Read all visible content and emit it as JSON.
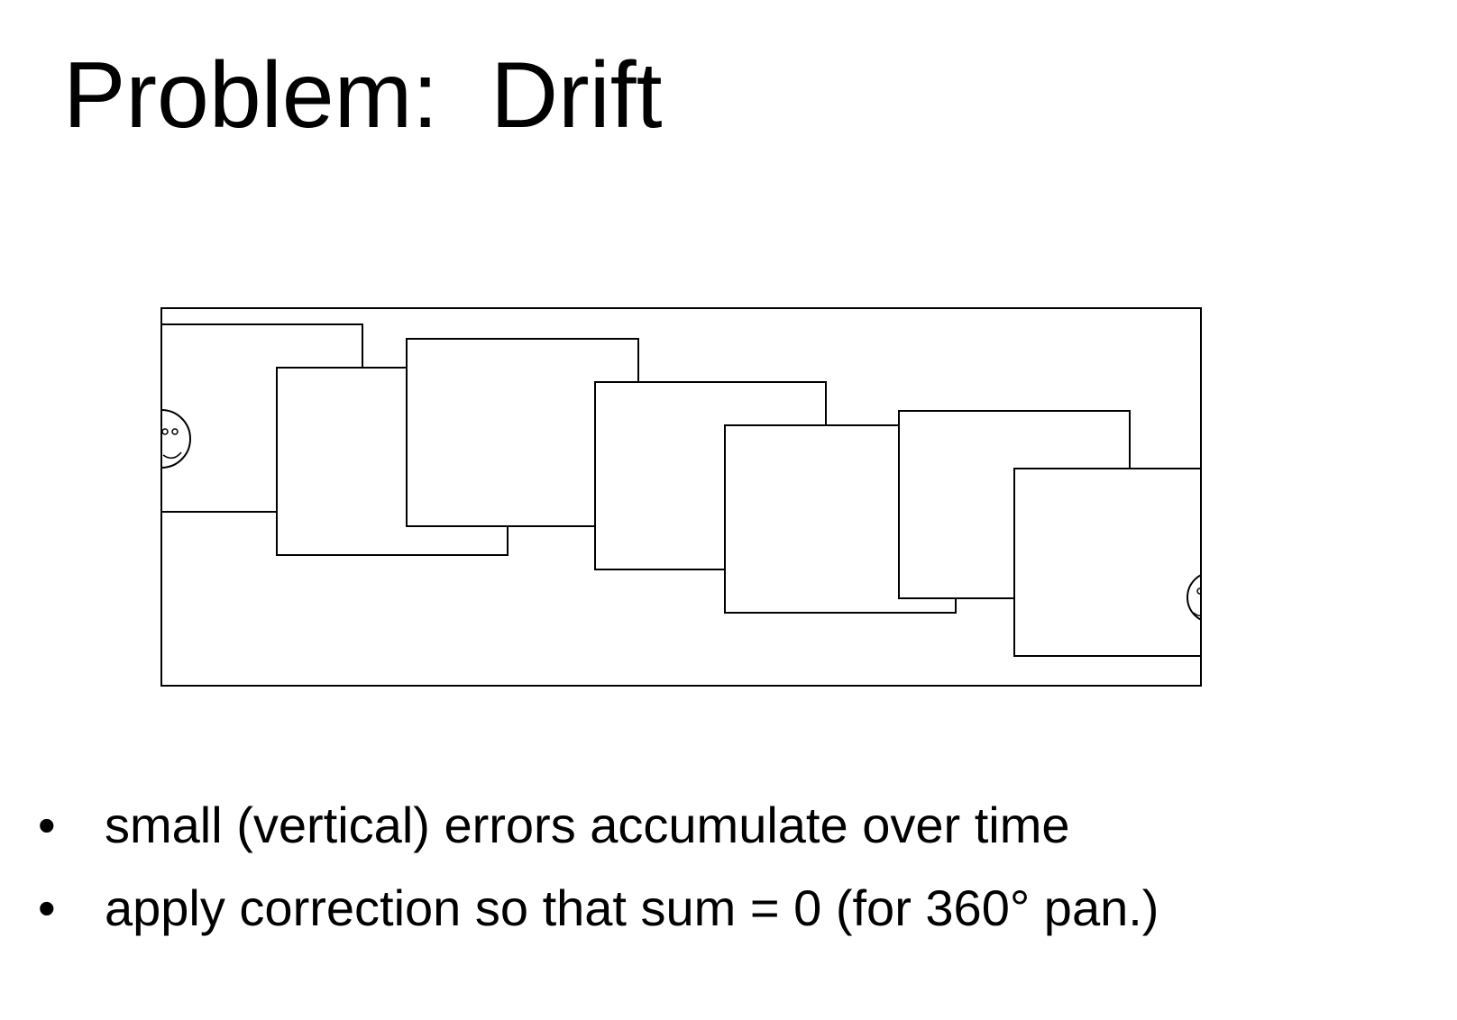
{
  "slide": {
    "title": "Problem:  Drift"
  },
  "diagram": {
    "panorama_frames": 7,
    "faces": [
      "smiley-face-start",
      "smiley-face-end"
    ]
  },
  "bullets": [
    {
      "marker": "•",
      "text": "small (vertical) errors accumulate over time"
    },
    {
      "marker": "•",
      "text": "apply correction so that sum = 0 (for 360° pan.)"
    }
  ]
}
